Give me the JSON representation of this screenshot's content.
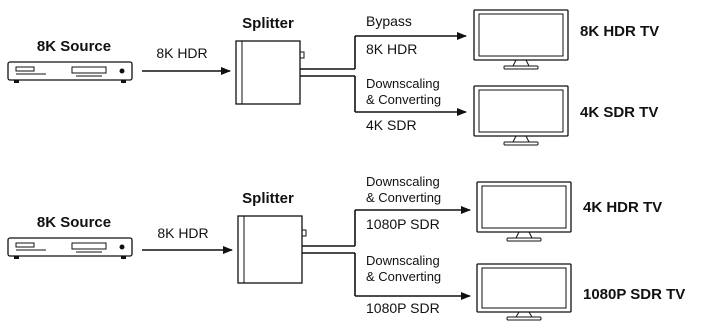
{
  "diagrams": [
    {
      "source": {
        "label": "8K Source"
      },
      "input_signal": "8K HDR",
      "splitter": {
        "label": "Splitter"
      },
      "outputs": [
        {
          "mode_lines": [
            "Bypass"
          ],
          "signal": "8K HDR",
          "tv": "8K HDR TV"
        },
        {
          "mode_lines": [
            "Downscaling",
            "& Converting"
          ],
          "signal": "4K SDR",
          "tv": "4K SDR TV"
        }
      ]
    },
    {
      "source": {
        "label": "8K Source"
      },
      "input_signal": "8K HDR",
      "splitter": {
        "label": "Splitter"
      },
      "outputs": [
        {
          "mode_lines": [
            "Downscaling",
            "& Converting"
          ],
          "signal": "1080P SDR",
          "tv": "4K HDR TV"
        },
        {
          "mode_lines": [
            "Downscaling",
            "& Converting"
          ],
          "signal": "1080P SDR",
          "tv": "1080P SDR TV"
        }
      ]
    }
  ]
}
